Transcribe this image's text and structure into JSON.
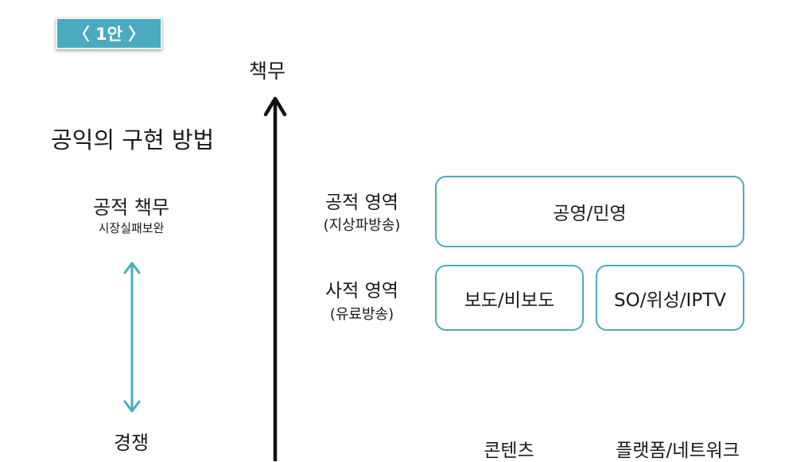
{
  "badge": "〈 1안 〉",
  "title": "공익의 구현 방법",
  "axis": {
    "label": "책무"
  },
  "scale": {
    "top": "공적 책무",
    "top_sub": "시장실패보완",
    "bottom": "경쟁"
  },
  "rows": [
    {
      "label": "공적 영역",
      "sub": "(지상파방송)"
    },
    {
      "label": "사적 영역",
      "sub": "(유료방송)"
    }
  ],
  "boxes": {
    "public": "공영/민영",
    "private_content": "보도/비보도",
    "private_platform": "SO/위성/IPTV"
  },
  "columns": {
    "content": "콘텐츠",
    "platform": "플랫폼/네트워크"
  },
  "colors": {
    "accent": "#4aaabf",
    "arrow": "#111111"
  }
}
